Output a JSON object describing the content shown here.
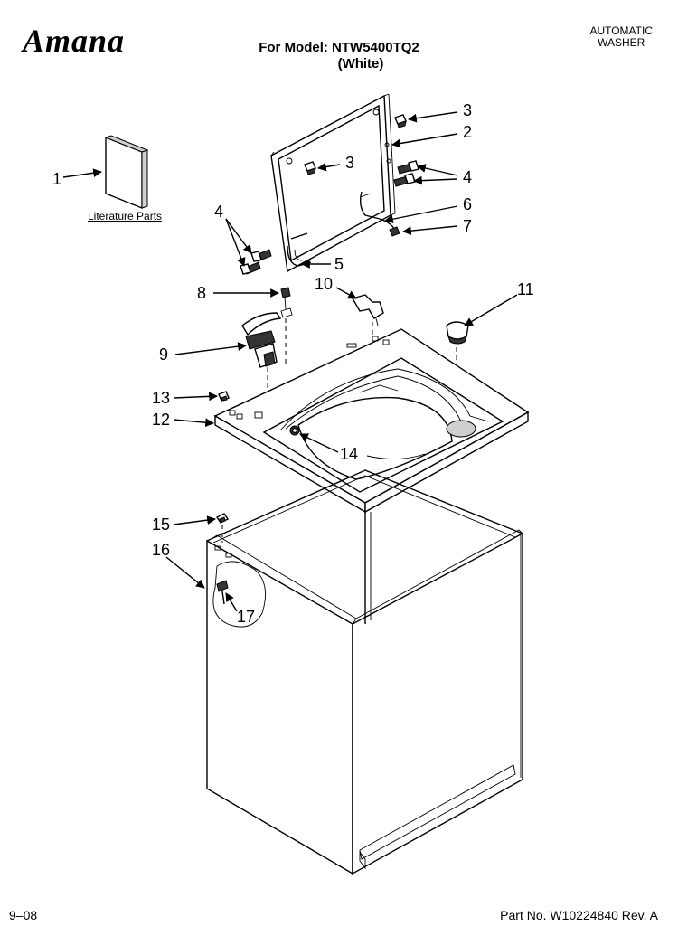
{
  "header": {
    "brand": "Amana",
    "model_line": "For Model: NTW5400TQ2",
    "color_line": "(White)",
    "product_type_line1": "AUTOMATIC",
    "product_type_line2": "WASHER"
  },
  "labels": {
    "literature": "Literature Parts"
  },
  "callouts": [
    "1",
    "2",
    "3",
    "3",
    "4",
    "4",
    "5",
    "6",
    "7",
    "8",
    "9",
    "10",
    "11",
    "12",
    "13",
    "14",
    "15",
    "16",
    "17"
  ],
  "footer": {
    "date": "9–08",
    "part_number": "Part No. W10224840 Rev. A"
  }
}
